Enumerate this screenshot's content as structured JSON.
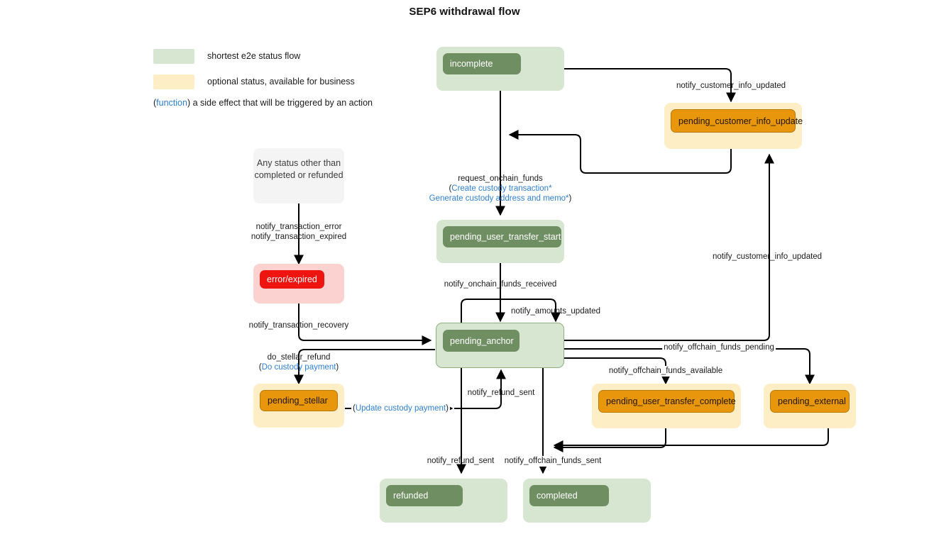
{
  "title": "SEP6 withdrawal flow",
  "legend": {
    "items": [
      {
        "swatch_color": "#d6e6d0",
        "label": "shortest e2e status flow"
      },
      {
        "swatch_color": "#fdeec6",
        "label": "optional status, available for business"
      }
    ],
    "note_function": "function",
    "note_prefix": "(",
    "note_suffix": ") a side effect that will be triggered by an action"
  },
  "colors": {
    "green_container": "#d6e6d0",
    "green_label": "#6f8f63",
    "orange_container": "#fdeec6",
    "orange_label": "#e8970c",
    "red_container": "#fbd2d0",
    "red_label": "#ee1410",
    "grey_container": "#f4f4f4",
    "function_text": "#2f7fd1",
    "edge": "#000000"
  },
  "nodes": [
    {
      "id": "incomplete",
      "label": "incomplete",
      "type": "green"
    },
    {
      "id": "pending_customer_info_update",
      "label": "pending_customer_info_update",
      "type": "orange"
    },
    {
      "id": "any_status",
      "label": "Any status other than completed or refunded",
      "type": "grey"
    },
    {
      "id": "error_expired",
      "label": "error/expired",
      "type": "red"
    },
    {
      "id": "pending_user_transfer_start",
      "label": "pending_user_transfer_start",
      "type": "green"
    },
    {
      "id": "pending_anchor",
      "label": "pending_anchor",
      "type": "green"
    },
    {
      "id": "pending_stellar",
      "label": "pending_stellar",
      "type": "orange"
    },
    {
      "id": "pending_user_transfer_complete",
      "label": "pending_user_transfer_complete",
      "type": "orange"
    },
    {
      "id": "pending_external",
      "label": "pending_external",
      "type": "orange"
    },
    {
      "id": "refunded",
      "label": "refunded",
      "type": "green"
    },
    {
      "id": "completed",
      "label": "completed",
      "type": "green"
    }
  ],
  "edge_labels": {
    "notify_customer_info_updated_top": "notify_customer_info_updated",
    "notify_customer_info_updated_right": "notify_customer_info_updated",
    "request_onchain_funds": "request_onchain_funds",
    "create_custody_transaction": "Create custody transaction*",
    "generate_custody_address": "Generate custody address and memo*",
    "notify_transaction_error": "notify_transaction_error",
    "notify_transaction_expired": "notify_transaction_expired",
    "notify_transaction_recovery": "notify_transaction_recovery",
    "notify_onchain_funds_received": "notify_onchain_funds_received",
    "notify_amounts_updated": "notify_amounts_updated",
    "do_stellar_refund": "do_stellar_refund",
    "do_custody_payment": "Do custody payment",
    "update_custody_payment": "Update custody payment",
    "notify_refund_sent_loop": "notify_refund_sent",
    "notify_refund_sent_down": "notify_refund_sent",
    "notify_offchain_funds_pending": "notify_offchain_funds_pending",
    "notify_offchain_funds_available": "notify_offchain_funds_available",
    "notify_offchain_funds_sent": "notify_offchain_funds_sent"
  }
}
